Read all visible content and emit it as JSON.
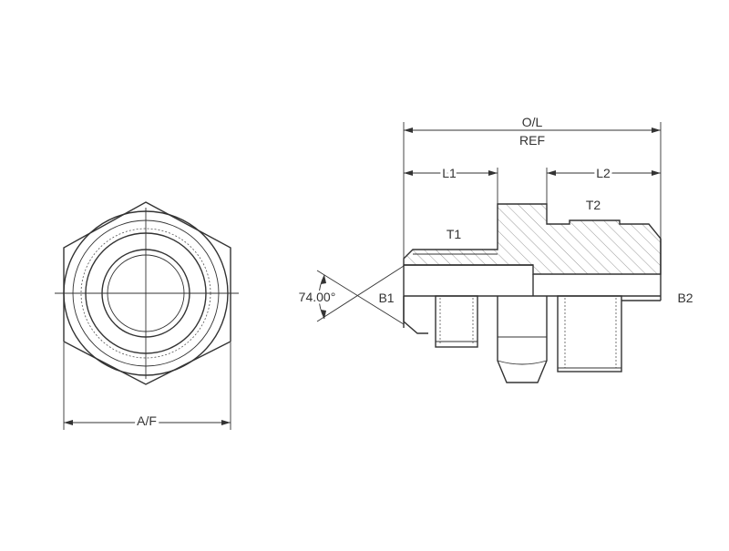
{
  "labels": {
    "across_flats": "A/F",
    "overall_length": "O/L",
    "overall_length_ref": "REF",
    "length_1": "L1",
    "length_2": "L2",
    "thread_1": "T1",
    "thread_2": "T2",
    "bore_1": "B1",
    "bore_2": "B2",
    "flare_angle": "74.00°"
  },
  "colors": {
    "line": "#333333",
    "background": "#ffffff"
  }
}
